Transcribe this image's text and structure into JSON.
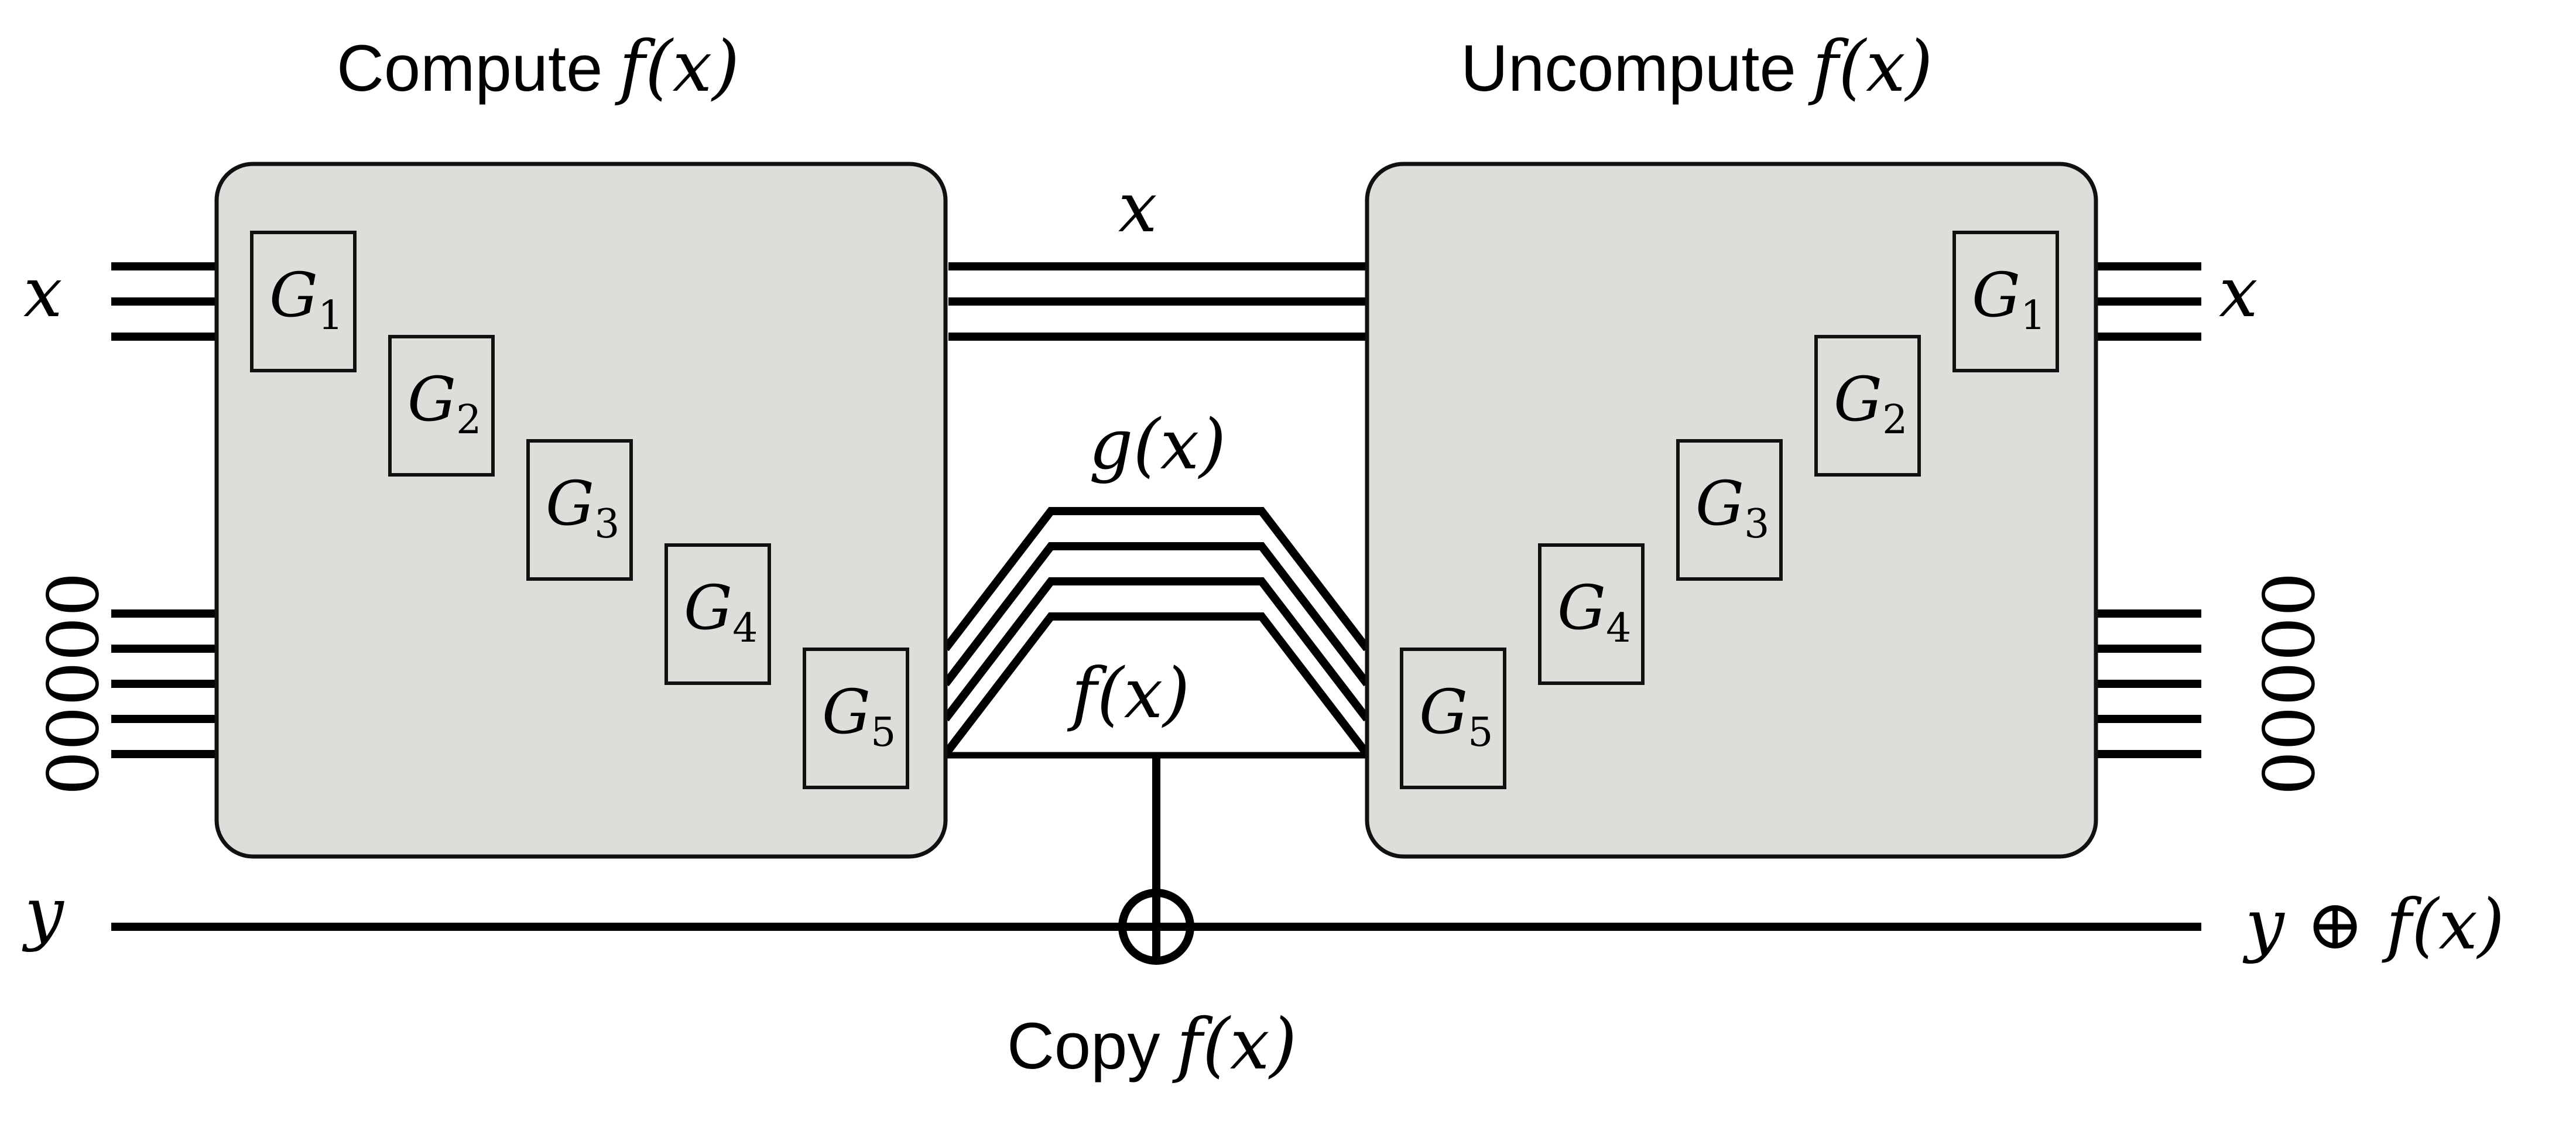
{
  "titles": {
    "compute": "Compute",
    "uncompute": "Uncompute",
    "copy": "Copy",
    "fx": "f(x)"
  },
  "gate_symbol": "G",
  "compute_gates": [
    "1",
    "2",
    "3",
    "4",
    "5"
  ],
  "uncompute_gates": [
    "1",
    "2",
    "3",
    "4",
    "5"
  ],
  "wires": {
    "x_input": "x",
    "x_output": "x",
    "x_middle": "x",
    "ancilla_input": "00000",
    "ancilla_output": "00000",
    "garbage": "g(x)",
    "result": "f(x)",
    "y_input": "y",
    "y_output": "y ⊕ f(x)"
  }
}
